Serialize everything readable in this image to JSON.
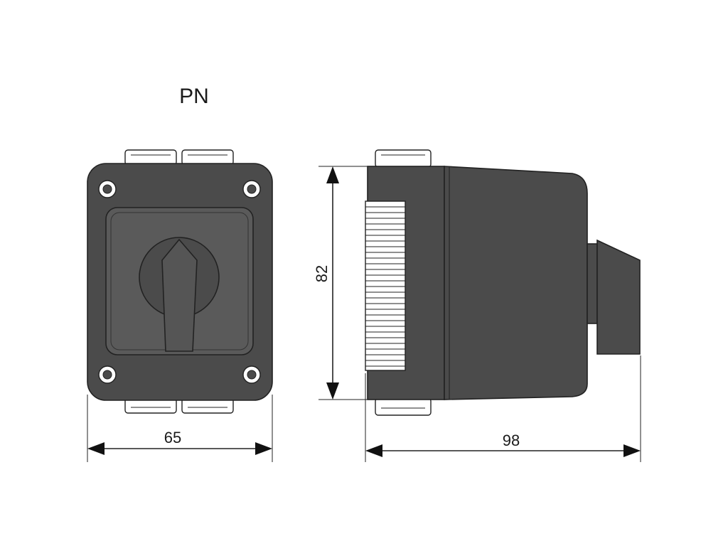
{
  "title": "PN",
  "dimensions": {
    "front_width": "65",
    "height": "82",
    "side_depth": "98"
  },
  "colors": {
    "body": "#4b4b4b",
    "line": "#222222",
    "background": "#ffffff"
  }
}
